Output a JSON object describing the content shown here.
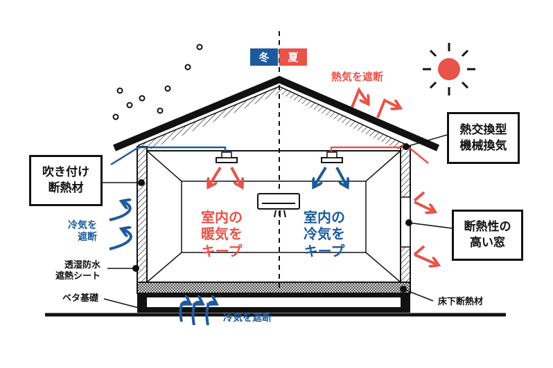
{
  "season_badges": {
    "winter": "冬",
    "summer": "夏"
  },
  "labels": {
    "block_heat": "熱気を遮断",
    "ventilation": [
      "熱交換型",
      "機械換気"
    ],
    "spray_insulation": [
      "吹き付け",
      "断熱材"
    ],
    "block_cold_wall": [
      "冷気を",
      "遮断"
    ],
    "sheet": [
      "透湿防水",
      "遮熱シート"
    ],
    "foundation": "ベタ基礎",
    "block_cold_floor": "冷気を遮断",
    "floor_insulation": "床下断熱材",
    "window": [
      "断熱性の",
      "高い窓"
    ],
    "keep_warm": [
      "室内の",
      "暖気を",
      "キープ"
    ],
    "keep_cool": [
      "室内の",
      "冷気を",
      "キープ"
    ]
  },
  "colors": {
    "red": "#e8534a",
    "blue": "#1d5a9c",
    "window": "#b9d3e8"
  }
}
